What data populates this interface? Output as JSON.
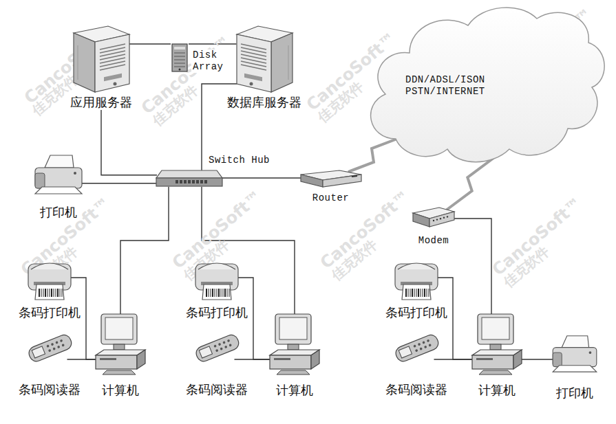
{
  "diagram": {
    "nodes": [
      {
        "text": [
          "应用服务器"
        ]
      },
      {
        "text": [
          "Disk Array"
        ]
      },
      {
        "text": [
          "数据库服务器"
        ]
      },
      {
        "text": [
          "DDN/ADSL/ISON PSTN/INTERNET"
        ]
      },
      {
        "text": [
          "Switch Hub"
        ]
      },
      {
        "text": [
          "Router"
        ]
      },
      {
        "text": [
          "打印机"
        ]
      },
      {
        "text": [
          "Modem"
        ]
      },
      {
        "text": [
          "条码打印机"
        ]
      },
      {
        "text": [
          "条码阅读器"
        ]
      },
      {
        "text": [
          "计算机"
        ]
      },
      {
        "text": [
          "条码打印机"
        ]
      },
      {
        "text": [
          "条码阅读器"
        ]
      },
      {
        "text": [
          "计算机"
        ]
      },
      {
        "text": [
          "条码打印机"
        ]
      },
      {
        "text": [
          "条码阅读器"
        ]
      },
      {
        "text": [
          "计算机"
        ]
      },
      {
        "text": [
          "打印机"
        ]
      }
    ],
    "edges": [
      {
        "from": 0,
        "to": 1,
        "arrow": "none"
      },
      {
        "from": 1,
        "to": 2,
        "arrow": "none"
      },
      {
        "from": 0,
        "to": 4,
        "arrow": "none"
      },
      {
        "from": 2,
        "to": 4,
        "arrow": "none"
      },
      {
        "from": 6,
        "to": 4,
        "arrow": "none"
      },
      {
        "from": 4,
        "to": 5,
        "arrow": "none"
      },
      {
        "from": 5,
        "to": 3,
        "arrow": "none"
      },
      {
        "from": 3,
        "to": 7,
        "arrow": "none"
      },
      {
        "from": 4,
        "to": 10,
        "arrow": "none"
      },
      {
        "from": 4,
        "to": 13,
        "arrow": "none"
      },
      {
        "from": 8,
        "to": 10,
        "arrow": "none"
      },
      {
        "from": 9,
        "to": 10,
        "arrow": "none"
      },
      {
        "from": 11,
        "to": 13,
        "arrow": "none"
      },
      {
        "from": 12,
        "to": 13,
        "arrow": "none"
      },
      {
        "from": 14,
        "to": 16,
        "arrow": "none"
      },
      {
        "from": 15,
        "to": 16,
        "arrow": "none"
      },
      {
        "from": 7,
        "to": 16,
        "arrow": "none"
      },
      {
        "from": 17,
        "to": 16,
        "arrow": "none"
      }
    ],
    "labels": [
      "CancoSoft™",
      "佳克软件",
      "CancoSoft™",
      "佳克软件",
      "CancoSoft™",
      "佳克软件",
      "CancoSoft™",
      "佳克软件",
      "CancoSoft™",
      "佳克软件",
      "CancoSoft™",
      "佳克软件",
      "CancoSoft™",
      "佳克软件",
      "CancoSoft™",
      "佳克软件"
    ]
  }
}
